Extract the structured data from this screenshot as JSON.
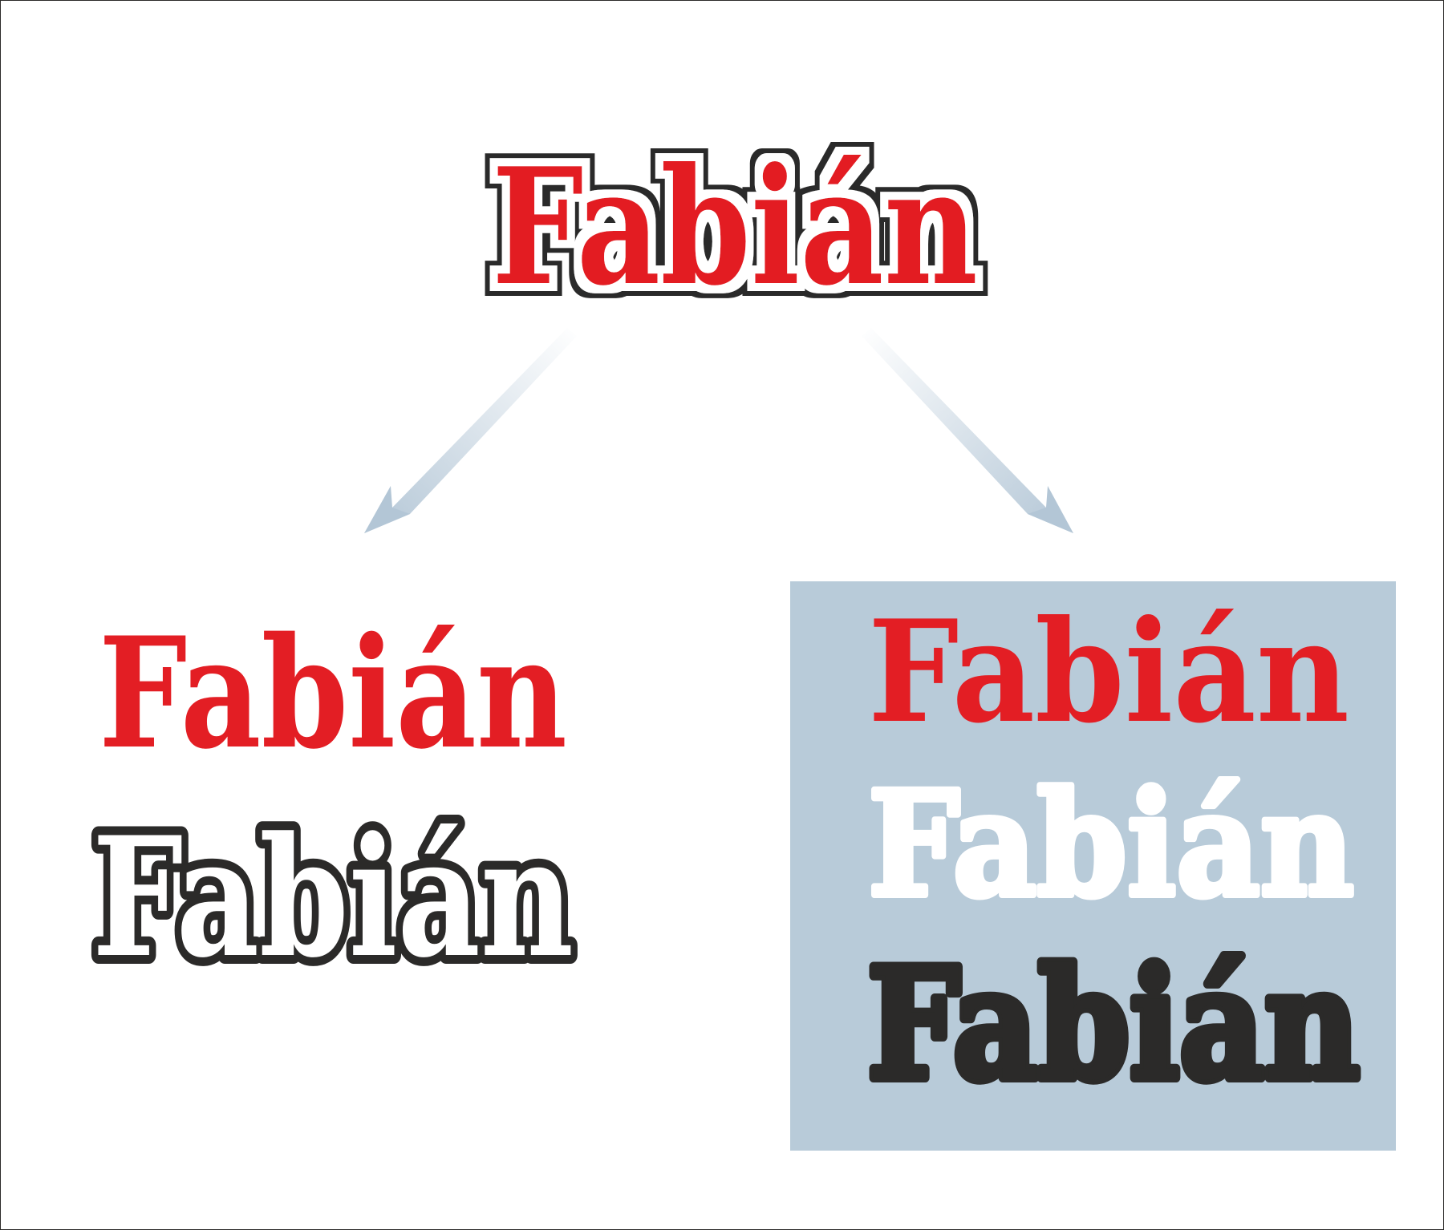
{
  "logo": {
    "name": "Fabián",
    "colors": {
      "red": "#e31e24",
      "dark": "#2b2a29",
      "white": "#ffffff",
      "panel": "#b8cbd9",
      "arrow": "#b3c6d6"
    }
  },
  "variants": {
    "main": {
      "text": "Fabián"
    },
    "left_red": {
      "text": "Fabián"
    },
    "left_outline": {
      "text": "Fabián"
    },
    "panel_red": {
      "text": "Fabián"
    },
    "panel_white": {
      "text": "Fabián"
    },
    "panel_black": {
      "text": "Fabián"
    }
  }
}
